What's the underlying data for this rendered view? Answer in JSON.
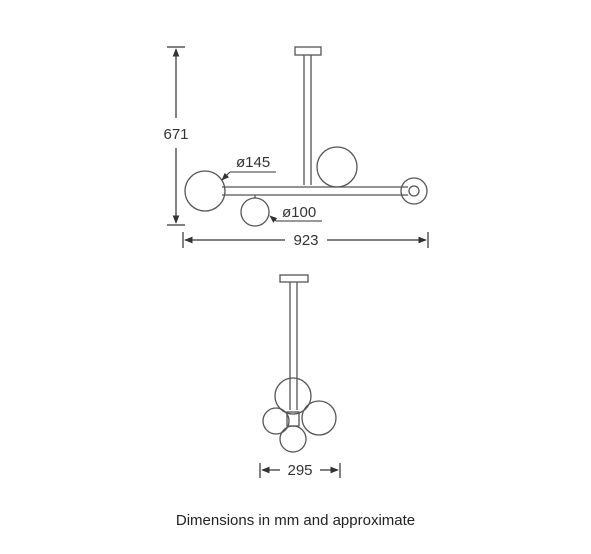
{
  "dimensions": {
    "height": "671",
    "width": "923",
    "large_globe_diameter": "ø145",
    "small_globe_diameter": "ø100",
    "depth": "295"
  },
  "caption": "Dimensions in mm and approximate",
  "colors": {
    "line": "#555555",
    "dimension": "#333333",
    "background": "#ffffff"
  }
}
